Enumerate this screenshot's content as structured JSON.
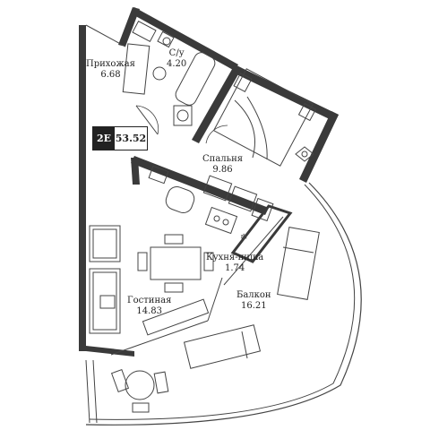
{
  "plan": {
    "unit_code": "2E",
    "total_area": "53.52",
    "rooms": [
      {
        "id": "hallway",
        "name": "Прихожая",
        "area": "6.68"
      },
      {
        "id": "bathroom",
        "name": "С/у",
        "area": "4.20"
      },
      {
        "id": "bedroom",
        "name": "Спальня",
        "area": "9.86"
      },
      {
        "id": "kitchen",
        "name": "Кухня-ниша",
        "area": "1.74"
      },
      {
        "id": "living",
        "name": "Гостиная",
        "area": "14.83"
      },
      {
        "id": "balcony",
        "name": "Балкон",
        "area": "16.21"
      }
    ]
  },
  "colors": {
    "wall": "#3a3a3a",
    "line": "#444444",
    "badge_bg": "#222222"
  }
}
